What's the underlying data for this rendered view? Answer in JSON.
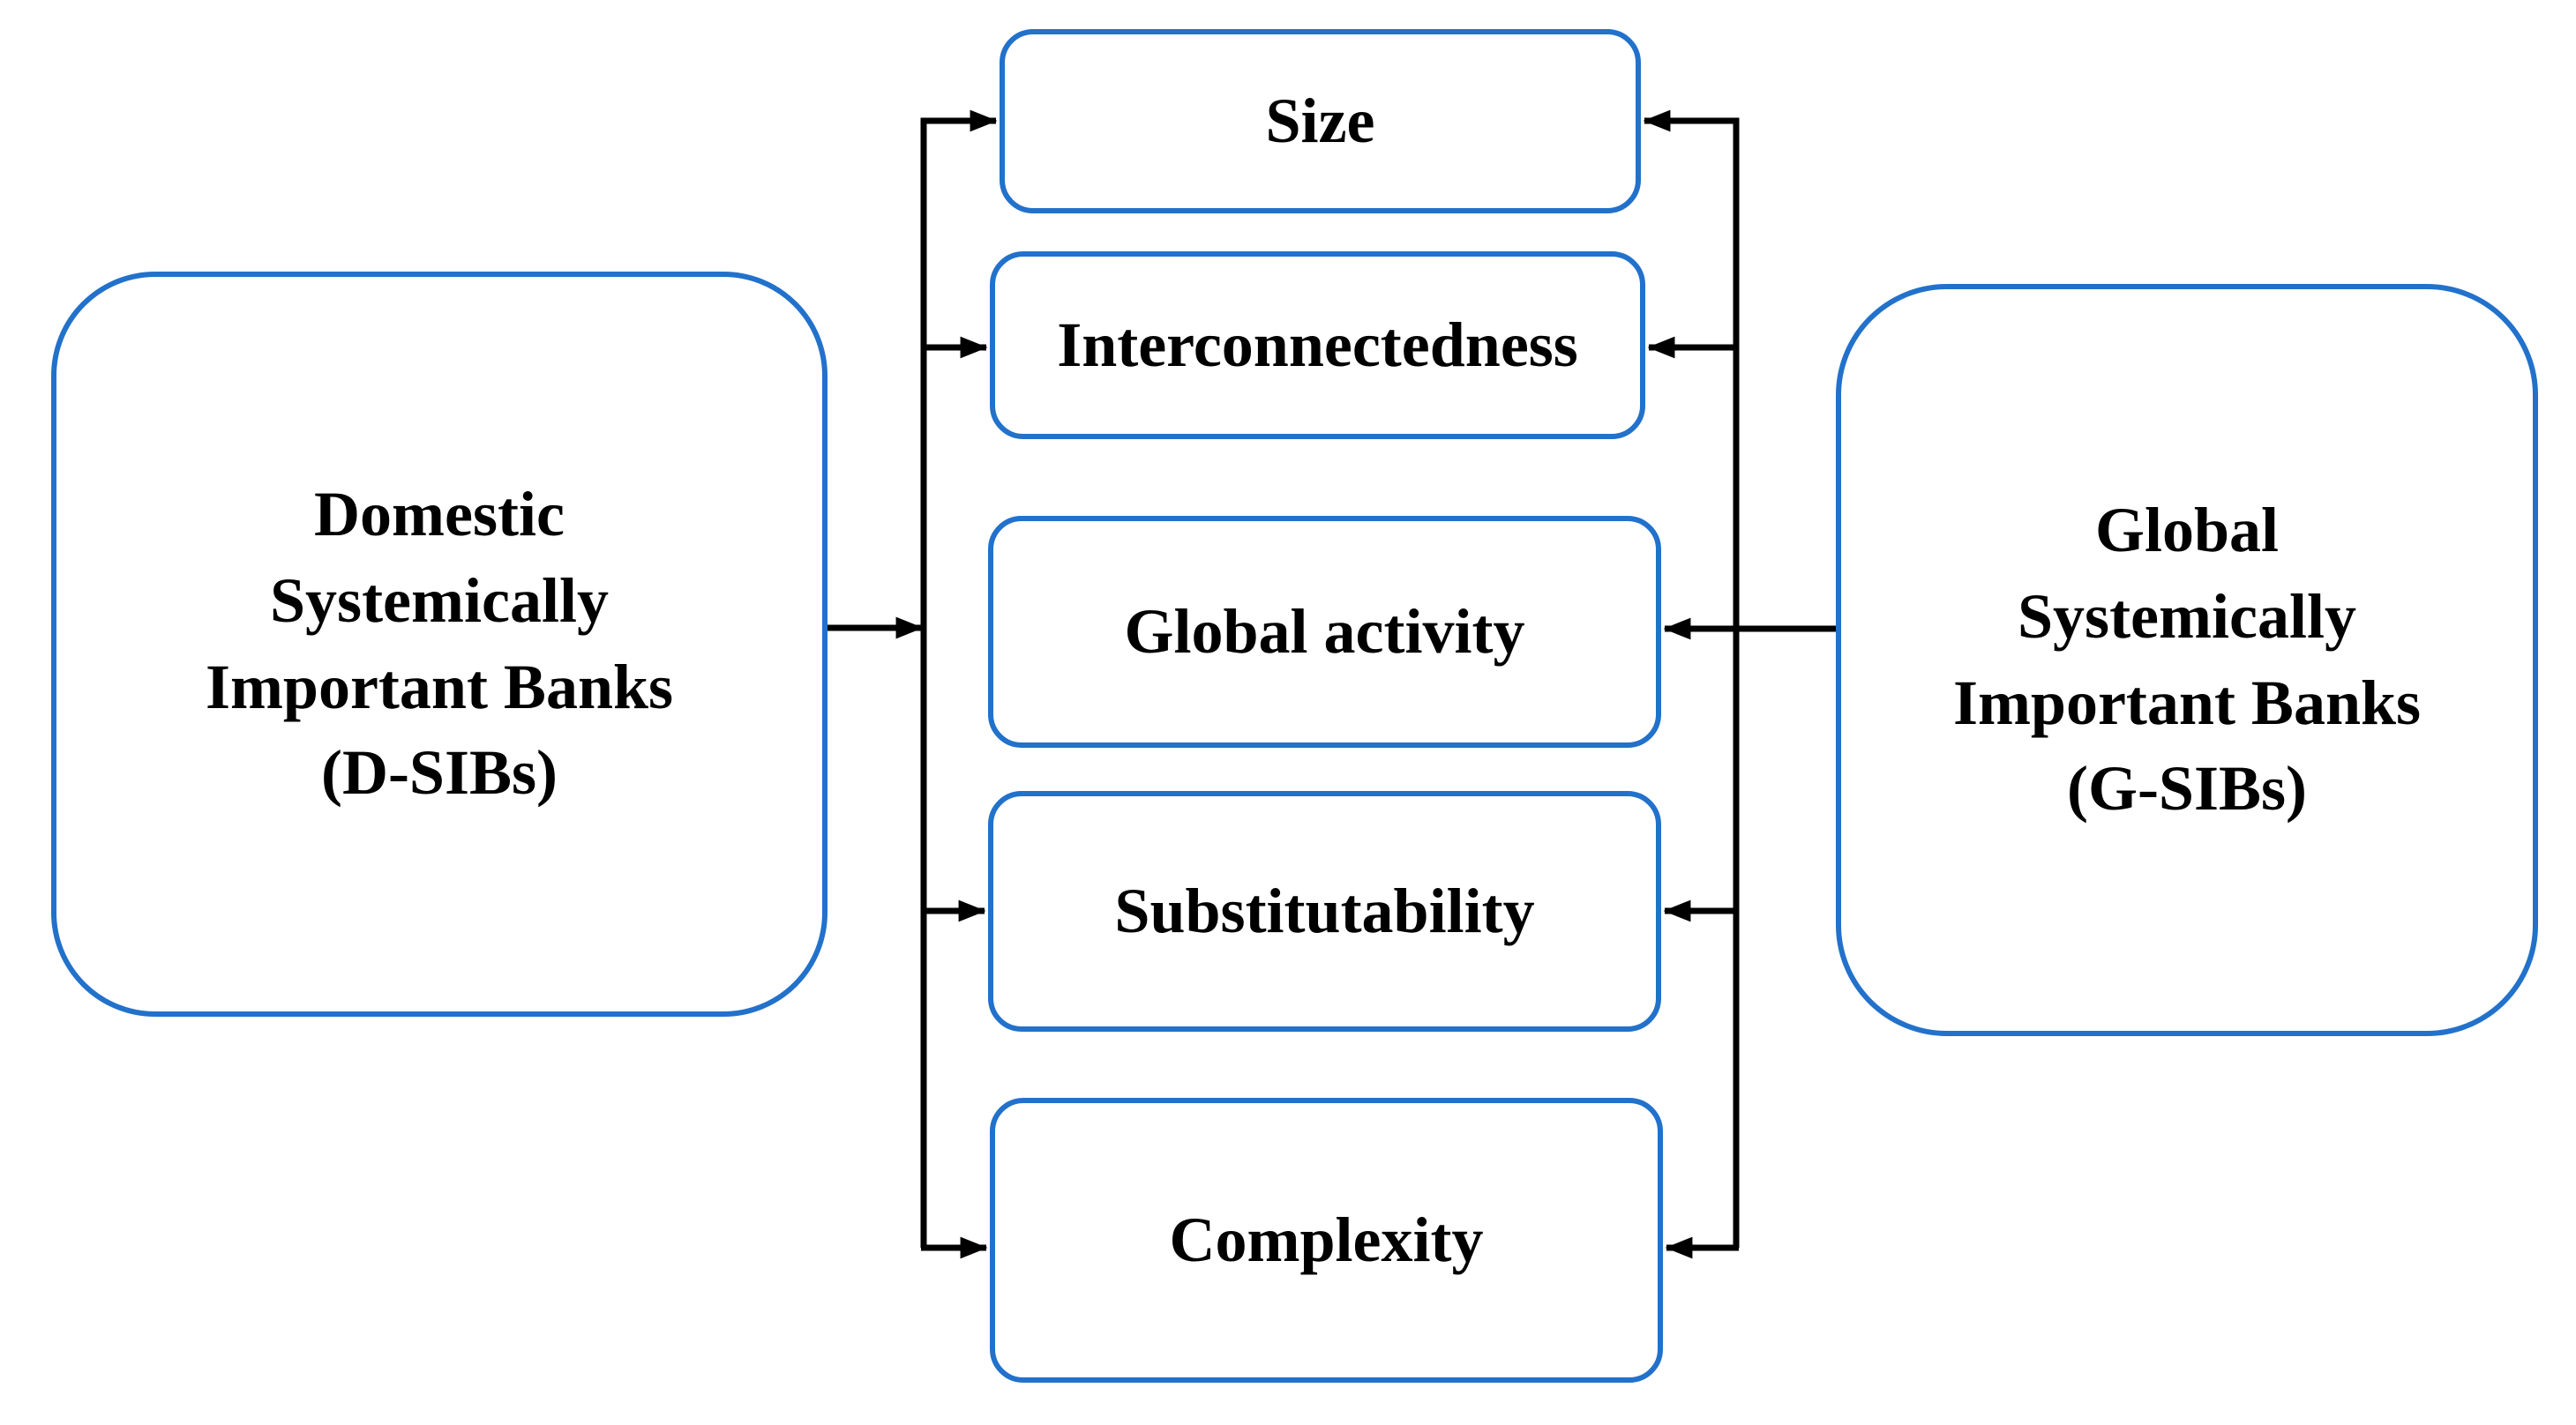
{
  "colors": {
    "box_border": "#2271cb",
    "arrow": "#000000",
    "text": "#000000",
    "background": "#ffffff"
  },
  "left_box": {
    "lines": [
      "Domestic",
      "Systemically",
      "Important Banks",
      "(D-SIBs)"
    ]
  },
  "right_box": {
    "lines": [
      "Global",
      "Systemically",
      "Important Banks",
      "(G-SIBs)"
    ]
  },
  "factors": [
    {
      "label": "Size"
    },
    {
      "label": "Interconnectedness"
    },
    {
      "label": "Global activity"
    },
    {
      "label": "Substitutability"
    },
    {
      "label": "Complexity"
    }
  ]
}
